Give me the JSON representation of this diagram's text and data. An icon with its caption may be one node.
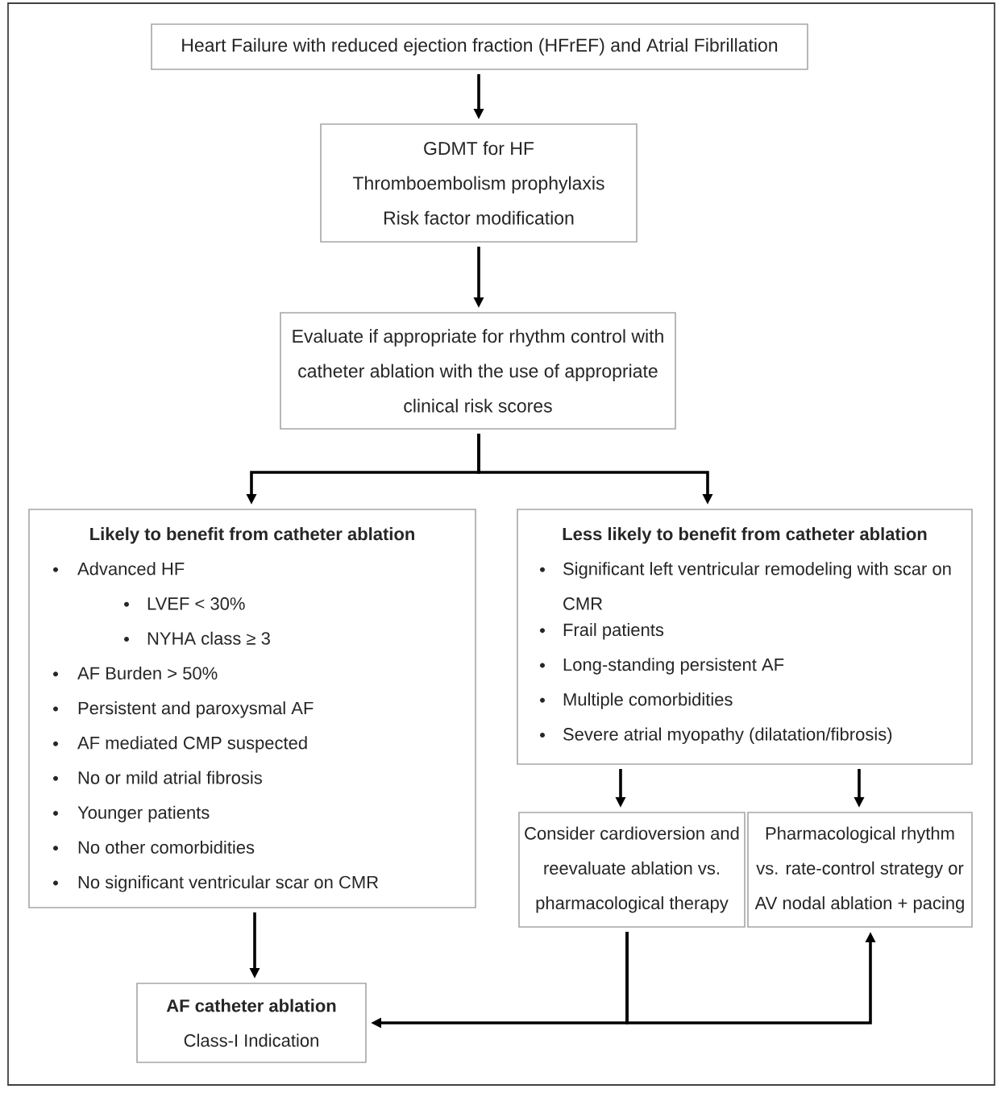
{
  "diagram": {
    "nodes": [
      {
        "text": [
          "Heart Failure with reduced ejection fraction (HFrEF) and Atrial Fibrillation"
        ]
      },
      {
        "text": [
          "GDMT for HF",
          "Thromboembolism prophylaxis",
          "Risk factor modification"
        ]
      },
      {
        "text": [
          "Evaluate if appropriate for rhythm control with catheter ablation with the use of appropriate clinical risk scores"
        ]
      },
      {
        "text": [
          "Likely to benefit from catheter ablation",
          "Advanced HF",
          "LVEF < 30%",
          "NYHA class ≥ 3",
          "AF Burden > 50%",
          "Persistent and paroxysmal AF",
          "AF mediated CMP suspected",
          "No or mild atrial fibrosis",
          "Younger patients",
          "No other comorbidities",
          "No significant ventricular scar on CMR"
        ]
      },
      {
        "text": [
          "Less likely to benefit from catheter ablation",
          "Significant left ventricular remodeling with scar on CMR",
          "Frail patients",
          "Long-standing persistent AF",
          "Multiple comorbidities",
          "Severe atrial myopathy (dilatation/fibrosis)"
        ]
      },
      {
        "text": [
          "Consider cardioversion and reevaluate ablation vs. pharmacological therapy"
        ]
      },
      {
        "text": [
          "Pharmacological rhythm vs. rate-control strategy or AV nodal ablation + pacing"
        ]
      },
      {
        "text": [
          "AF catheter ablation",
          "Class-I Indication"
        ]
      }
    ],
    "edges": [
      {
        "from": 0,
        "to": 1,
        "arrow": "to"
      },
      {
        "from": 1,
        "to": 2,
        "arrow": "to"
      },
      {
        "from": 2,
        "to": 3,
        "arrow": "to"
      },
      {
        "from": 2,
        "to": 4,
        "arrow": "to"
      },
      {
        "from": 3,
        "to": 7,
        "arrow": "to"
      },
      {
        "from": 4,
        "to": 5,
        "arrow": "to"
      },
      {
        "from": 4,
        "to": 6,
        "arrow": "to"
      },
      {
        "from": 5,
        "to": 7,
        "arrow": "to"
      },
      {
        "from": 5,
        "to": 6,
        "arrow": "to"
      }
    ]
  }
}
